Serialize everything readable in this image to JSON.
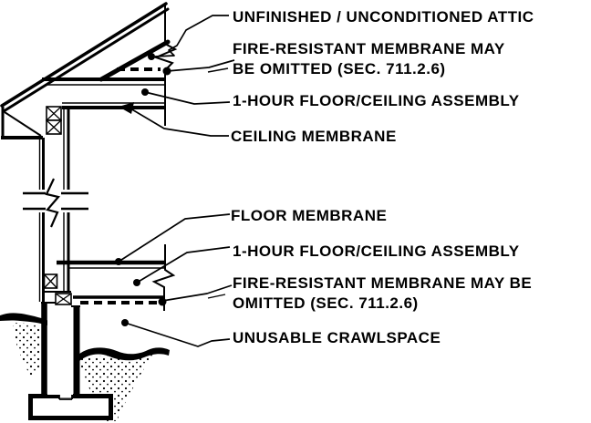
{
  "diagram": {
    "kind": "architectural-wall-section-detail",
    "ink_color": "#000000",
    "background_color": "#ffffff",
    "callouts": [
      {
        "id": "unfinished-attic",
        "lines": [
          "UNFINISHED / UNCONDITIONED ATTIC"
        ]
      },
      {
        "id": "fire-membrane-upper",
        "lines": [
          "FIRE-RESISTANT MEMBRANE MAY",
          "BE OMITTED (SEC. 711.2.6)"
        ]
      },
      {
        "id": "assembly-upper",
        "lines": [
          "1-HOUR FLOOR/CEILING ASSEMBLY"
        ]
      },
      {
        "id": "ceiling-membrane",
        "lines": [
          "CEILING MEMBRANE"
        ]
      },
      {
        "id": "floor-membrane",
        "lines": [
          "FLOOR MEMBRANE"
        ]
      },
      {
        "id": "assembly-lower",
        "lines": [
          "1-HOUR FLOOR/CEILING ASSEMBLY"
        ]
      },
      {
        "id": "fire-membrane-lower",
        "lines": [
          "FIRE-RESISTANT MEMBRANE MAY BE",
          "OMITTED (SEC. 711.2.6)"
        ]
      },
      {
        "id": "unusable-crawlspace",
        "lines": [
          "UNUSABLE CRAWLSPACE"
        ]
      }
    ]
  }
}
